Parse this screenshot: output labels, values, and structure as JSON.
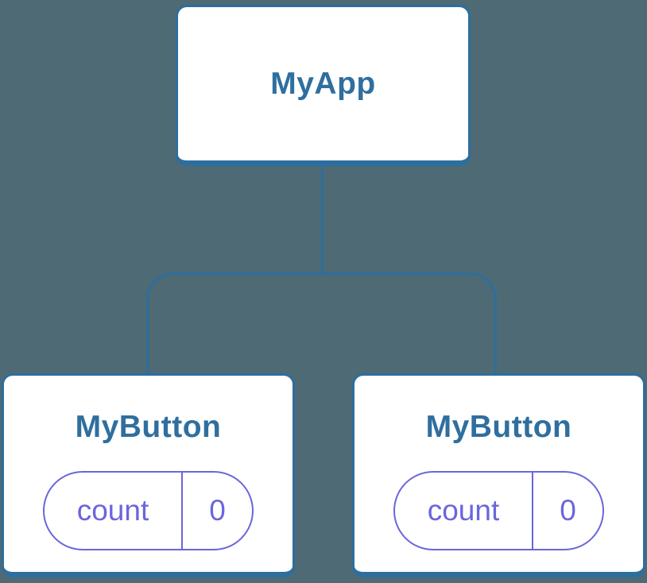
{
  "diagram": {
    "type": "component-tree",
    "colors": {
      "background": "#4d6a75",
      "node_fill": "#ffffff",
      "node_stroke": "#2e6e9e",
      "node_label_text": "#2f6f9f",
      "state_accent": "#6a66dc"
    },
    "root": {
      "label": "MyApp"
    },
    "children": [
      {
        "label": "MyButton",
        "state": {
          "name": "count",
          "value": "0"
        }
      },
      {
        "label": "MyButton",
        "state": {
          "name": "count",
          "value": "0"
        }
      }
    ]
  }
}
